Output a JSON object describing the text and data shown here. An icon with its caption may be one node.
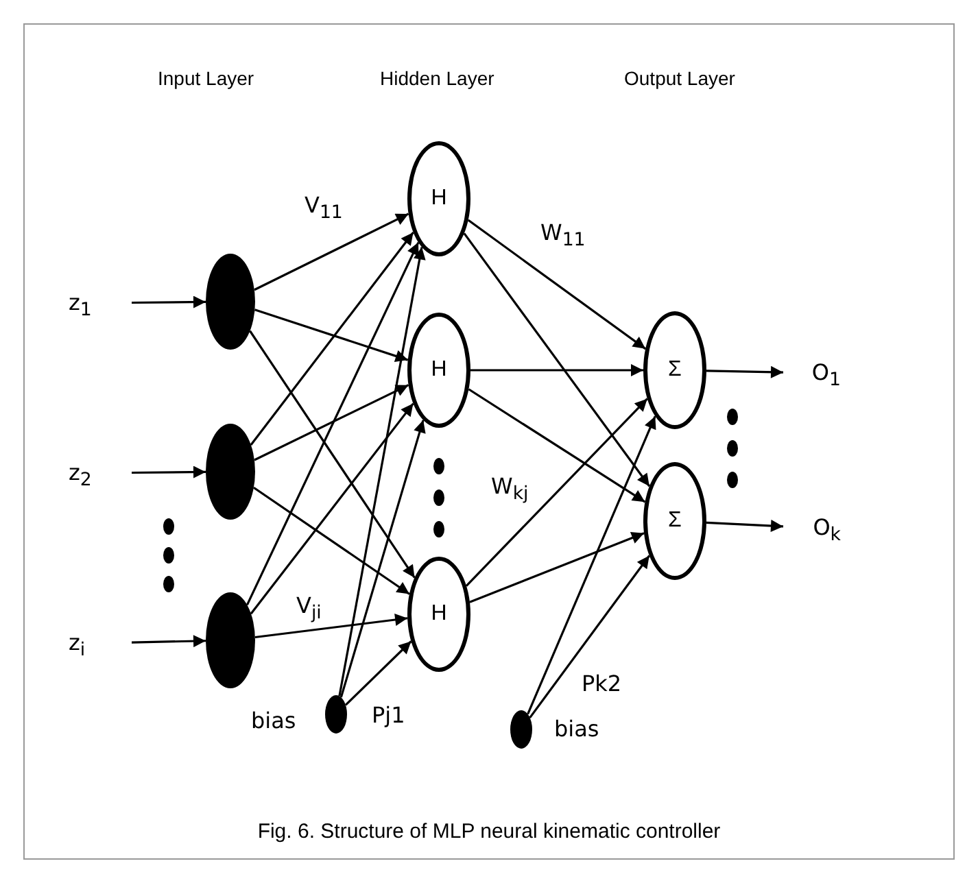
{
  "diagram": {
    "caption": "Fig. 6. Structure of MLP neural kinematic controller",
    "nodes": [
      {
        "text": [
          "z$_{1}$"
        ]
      },
      {
        "text": [
          "z$_{2}$"
        ]
      },
      {
        "text": [
          "z$_{i}$"
        ]
      },
      {
        "text": [],
        "shape": "circle"
      },
      {
        "text": [],
        "shape": "circle"
      },
      {
        "text": [],
        "shape": "circle"
      },
      {
        "text": [
          "H"
        ]
      },
      {
        "text": [
          "H"
        ]
      },
      {
        "text": [
          "H"
        ]
      },
      {
        "text": [],
        "shape": "circle",
        "beside": [
          "bias"
        ]
      },
      {
        "text": [
          "Σ"
        ]
      },
      {
        "text": [
          "Σ"
        ]
      },
      {
        "text": [],
        "shape": "circle",
        "beside": [
          "bias"
        ]
      },
      {
        "text": [
          "O$_{1}$"
        ]
      },
      {
        "text": [
          "O$_{k}$"
        ]
      }
    ],
    "edges": [
      {
        "from": 0,
        "to": 3,
        "arrow": "to"
      },
      {
        "from": 1,
        "to": 4,
        "arrow": "to"
      },
      {
        "from": 2,
        "to": 5,
        "arrow": "to"
      },
      {
        "from": 3,
        "to": 6,
        "arrow": "to"
      },
      {
        "from": 3,
        "to": 7,
        "arrow": "to"
      },
      {
        "from": 3,
        "to": 8,
        "arrow": "to"
      },
      {
        "from": 4,
        "to": 6,
        "arrow": "to"
      },
      {
        "from": 4,
        "to": 7,
        "arrow": "to"
      },
      {
        "from": 4,
        "to": 8,
        "arrow": "to"
      },
      {
        "from": 5,
        "to": 6,
        "arrow": "to"
      },
      {
        "from": 5,
        "to": 7,
        "arrow": "to"
      },
      {
        "from": 5,
        "to": 8,
        "arrow": "to"
      },
      {
        "from": 9,
        "to": 6,
        "arrow": "to"
      },
      {
        "from": 9,
        "to": 7,
        "arrow": "to"
      },
      {
        "from": 9,
        "to": 8,
        "arrow": "to"
      },
      {
        "from": 6,
        "to": 10,
        "arrow": "to"
      },
      {
        "from": 6,
        "to": 11,
        "arrow": "to"
      },
      {
        "from": 7,
        "to": 10,
        "arrow": "to"
      },
      {
        "from": 7,
        "to": 11,
        "arrow": "to"
      },
      {
        "from": 8,
        "to": 10,
        "arrow": "to"
      },
      {
        "from": 8,
        "to": 11,
        "arrow": "to"
      },
      {
        "from": 12,
        "to": 10,
        "arrow": "to"
      },
      {
        "from": 12,
        "to": 11,
        "arrow": "to"
      },
      {
        "from": 10,
        "to": 13,
        "arrow": "to"
      },
      {
        "from": 11,
        "to": 14,
        "arrow": "to"
      }
    ],
    "labels": [
      "Input Layer",
      "Hidden Layer",
      "Output Layer",
      "V$_{11}$",
      "W$_{11}$",
      "W$_{kj}$",
      "V$_{ji}$",
      "Pj1",
      "Pk2"
    ]
  }
}
